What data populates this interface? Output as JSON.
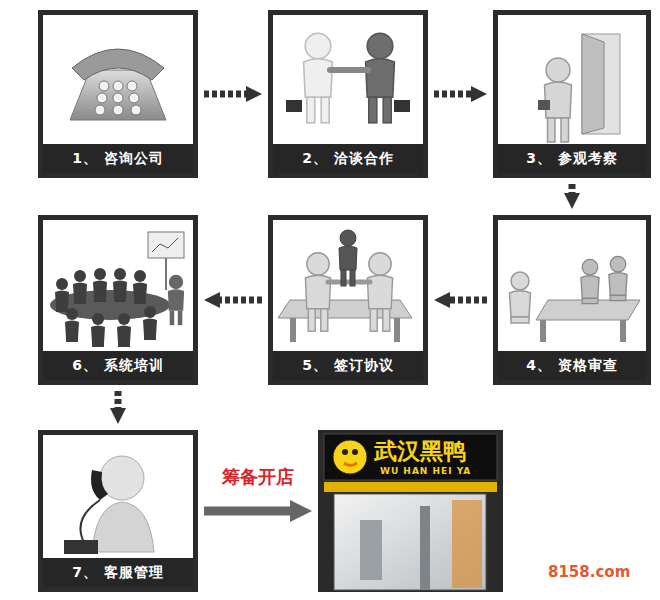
{
  "diagram": {
    "nodes": [
      {
        "text": [
          "1、 咨询公司"
        ]
      },
      {
        "text": [
          "2、 洽谈合作"
        ]
      },
      {
        "text": [
          "3、 参观考察"
        ]
      },
      {
        "text": [
          "4、 资格审查"
        ]
      },
      {
        "text": [
          "5、 签订协议"
        ]
      },
      {
        "text": [
          "6、 系统培训"
        ]
      },
      {
        "text": [
          "7、 客服管理"
        ]
      },
      {
        "text": [
          "武汉黑鸭",
          "WU HAN HEI YA"
        ]
      }
    ],
    "edges": [
      {
        "from": 0,
        "to": 1,
        "arrow": "to"
      },
      {
        "from": 1,
        "to": 2,
        "arrow": "to"
      },
      {
        "from": 2,
        "to": 3,
        "arrow": "to"
      },
      {
        "from": 3,
        "to": 4,
        "arrow": "to"
      },
      {
        "from": 4,
        "to": 5,
        "arrow": "to"
      },
      {
        "from": 5,
        "to": 6,
        "arrow": "to"
      },
      {
        "from": 6,
        "to": 7,
        "label": "筹备开店",
        "arrow": "to"
      }
    ],
    "labels": [
      "8158.com"
    ]
  }
}
